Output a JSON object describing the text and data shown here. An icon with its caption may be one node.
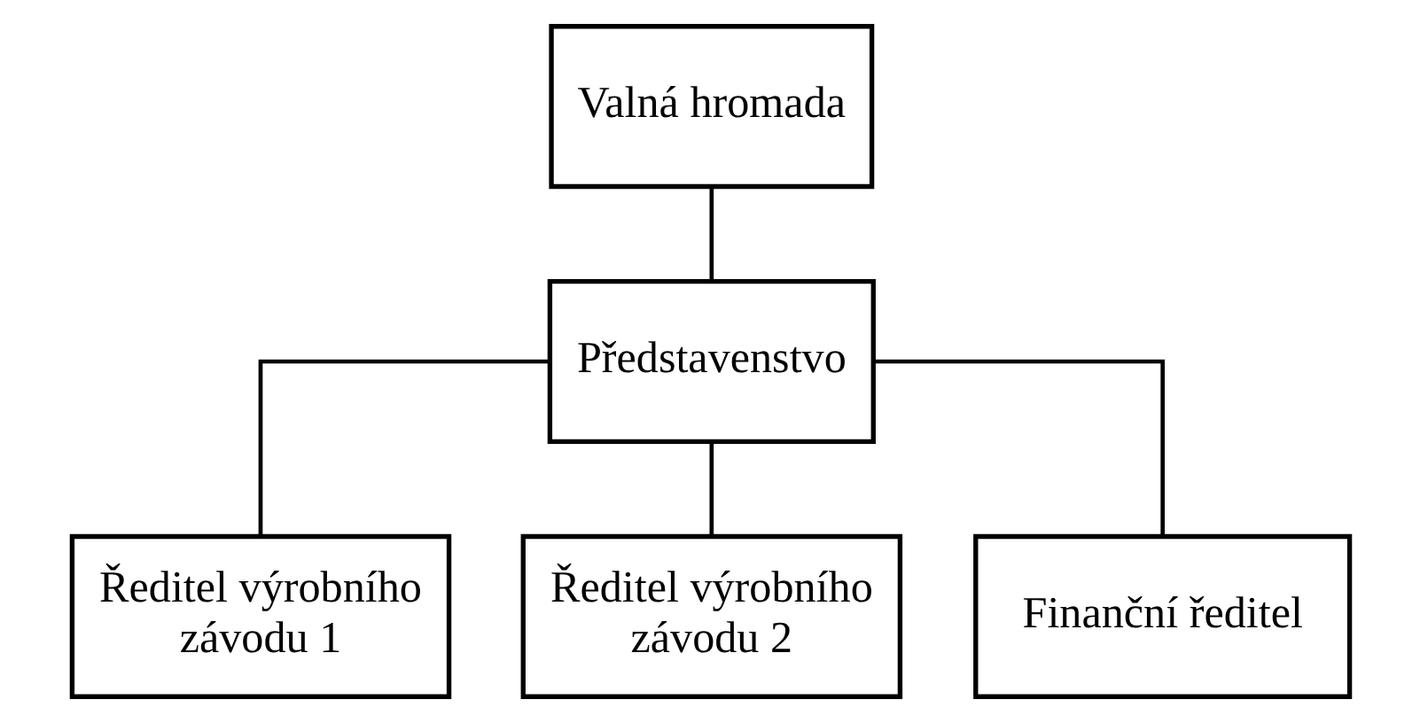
{
  "diagram": {
    "nodes": [
      {
        "text": [
          "Valná hromada"
        ]
      },
      {
        "text": [
          "Představenstvo"
        ]
      },
      {
        "text": [
          "Ředitel výrobního závodu 1"
        ]
      },
      {
        "text": [
          "Ředitel výrobního závodu 2"
        ]
      },
      {
        "text": [
          "Finanční ředitel"
        ]
      }
    ],
    "edges": [
      {
        "from": 0,
        "to": 1,
        "arrow": "none"
      },
      {
        "from": 1,
        "to": 2,
        "arrow": "none"
      },
      {
        "from": 1,
        "to": 3,
        "arrow": "none"
      },
      {
        "from": 1,
        "to": 4,
        "arrow": "none"
      }
    ]
  }
}
